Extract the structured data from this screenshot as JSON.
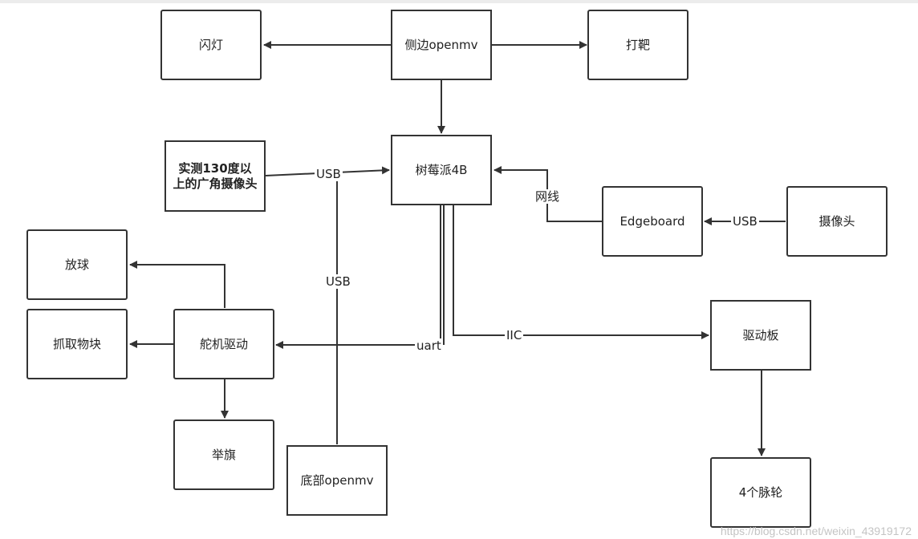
{
  "nodes": {
    "flash": "闪灯",
    "side_openmv": "侧边openmv",
    "target": "打靶",
    "wide_camera": "实测130度以上的广角摄像头",
    "raspberry": "树莓派4B",
    "edgeboard": "Edgeboard",
    "camera": "摄像头",
    "release_ball": "放球",
    "grab_block": "抓取物块",
    "servo_driver": "舵机驱动",
    "flag": "举旗",
    "bottom_openmv": "底部openmv",
    "driver_board": "驱动板",
    "wheels": "4个脉轮"
  },
  "edge_labels": {
    "usb_wide": "USB",
    "usb_bottom": "USB",
    "network": "网线",
    "usb_edge": "USB",
    "uart": "uart",
    "iic": "IIC"
  },
  "watermark": "https://blog.csdn.net/weixin_43919172",
  "colors": {
    "line": "#333333",
    "background": "#ffffff",
    "watermark": "#c4c4c4"
  }
}
